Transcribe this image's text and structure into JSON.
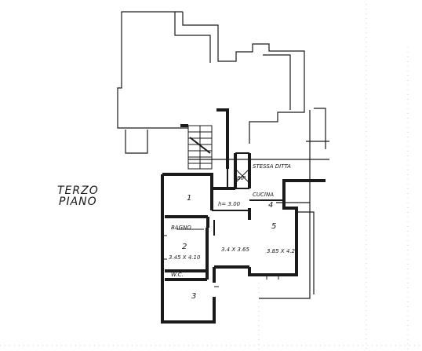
{
  "title_line1": "TERZO",
  "title_line2": "PIANO",
  "labels": {
    "same_firm": "STESSA DITTA",
    "bip": "BIP",
    "room1": "1",
    "height": "h= 3.00",
    "kitchen": "CUCINA",
    "kitchen_num": "4",
    "room5": "5",
    "bath": "BAGNO",
    "room2": "2",
    "room2_dim": "3.45 X 4.10",
    "central_dim": "3.4 X 3.65",
    "room5_dim": "3.85 X 4.2",
    "wc": "W.C.",
    "room3": "3"
  },
  "colors": {
    "ink": "#1a1a1a",
    "paper": "#ffffff"
  }
}
